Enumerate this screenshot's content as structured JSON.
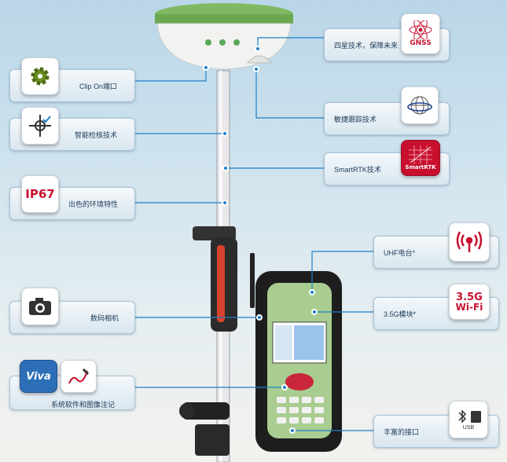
{
  "features": {
    "gnss": {
      "label": "四星技术，保障未来",
      "icon_text": "GNSS",
      "icon": "gnss-atom-icon"
    },
    "clipon": {
      "label": "Clip On端口",
      "icon": "gear-icon"
    },
    "tracking": {
      "label": "敏捷跟踪技术",
      "icon": "globe-orbit-icon"
    },
    "check": {
      "label": "智能检核技术",
      "icon": "crosshair-check-icon"
    },
    "smartrtk": {
      "label": "SmartRTK技术",
      "icon_text": "SmartRTK",
      "icon": "smartrtk-grid-icon"
    },
    "ip67": {
      "label": "出色的环境特性",
      "icon_text": "IP67"
    },
    "uhf": {
      "label": "UHF电台*",
      "icon": "radio-wave-icon"
    },
    "camera": {
      "label": "数码相机",
      "icon": "camera-icon"
    },
    "g35": {
      "label": "3.5G模块*",
      "icon_text_top": "3.5G",
      "icon_text_bottom": "Wi-Fi"
    },
    "viva": {
      "label": "系统软件和图像注记",
      "icon_text": "Viva",
      "icon": "pen-icon"
    },
    "ports": {
      "label": "丰富的接口",
      "icon": "bluetooth-sd-usb-icon",
      "sd_text": "SD",
      "usb_text": "USB"
    }
  },
  "colors": {
    "accent_dot": "#1f7fc7",
    "device_green": "#8fc27a",
    "ip67_red": "#c8102e"
  }
}
